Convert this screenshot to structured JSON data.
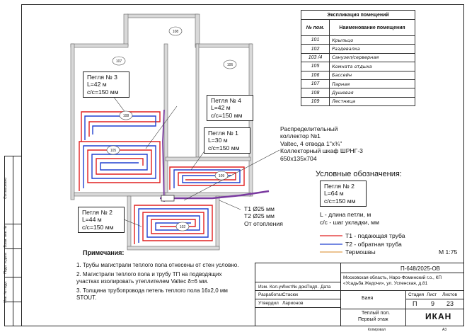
{
  "title": "Экспликация помещений",
  "explication": {
    "col_num": "№ пом.",
    "col_name": "Наименование помещения",
    "rows": [
      {
        "num": "101",
        "name": "Крыльцо"
      },
      {
        "num": "102",
        "name": "Раздевалка"
      },
      {
        "num": "103 /4",
        "name": "Санузел/серверная"
      },
      {
        "num": "105",
        "name": "Комната отдыха"
      },
      {
        "num": "106",
        "name": "Бассейн"
      },
      {
        "num": "107",
        "name": "Парная"
      },
      {
        "num": "108",
        "name": "Душевая"
      },
      {
        "num": "109",
        "name": "Лестница"
      }
    ]
  },
  "rooms": {
    "r108": "108",
    "r107": "107",
    "r106": "106",
    "r105": "105",
    "r109": "109",
    "r108b": "108",
    "r102": "102"
  },
  "loops": {
    "l3": {
      "name": "Петля № 3",
      "len": "L=42 м",
      "step": "с/с=150 мм"
    },
    "l4": {
      "name": "Петля № 4",
      "len": "L=42 м",
      "step": "с/с=150 мм"
    },
    "l1": {
      "name": "Петля № 1",
      "len": "L=30 м",
      "step": "с/с=150 мм"
    },
    "l2": {
      "name": "Петля № 2",
      "len": "L=44 м",
      "step": "с/с=150 мм"
    },
    "l2b": {
      "name": "Петля № 2",
      "len": "L=64 м",
      "step": "с/с=150 мм"
    }
  },
  "manifold": {
    "line1": "Распределительный",
    "line2": "коллектор №1",
    "line3": "Valtec, 4 отвода 1\"х¾\"",
    "line4": "Коллекторный шкаф ШРНГ-3",
    "line5": "650х135х704"
  },
  "supply": {
    "t1": "Т1 Ø25 мм",
    "t2": "Т2 Ø25 мм",
    "from": "От отопления"
  },
  "legend": {
    "title": "Условные обозначения:",
    "l_desc": "L - длина петли, м",
    "cc_desc": "с/с - шаг укладки, мм",
    "t1": "Т1 - подающая труба",
    "t2": "Т2 - обратная труба",
    "tw": "Термошвы",
    "scale": "М 1:75",
    "colors": {
      "supply": "#e02020",
      "return": "#2040d0",
      "seam": "#e0a050",
      "main": "#7a3aa0"
    }
  },
  "notes": {
    "title": "Примечания:",
    "n1": "1.   Трубы магистрали теплого пола отнесены от стен условно.",
    "n2": "2.   Магистрали теплого пола и трубу ТП на подводящих участках изолировать утеплителем Valtec δ=6 мм.",
    "n3": "3.   Толщина трубопровода петель теплого пола 16х2,0 мм STOUT."
  },
  "stamp": {
    "code": "П-648/2025-ОВ",
    "address": "Московская область, Наро-Фоминский г.о., КП «Усадьба Жедочи», ул. Успенская, д.81",
    "object": "Баня",
    "drawing1": "Теплый пол.",
    "drawing2": "Первый этаж",
    "h_izm": "Изм.",
    "h_kol": "Кол.уч",
    "h_list": "Лист",
    "h_doc": "№ док.",
    "h_podp": "Подп.",
    "h_date": "Дата",
    "razrab": "Разработал",
    "razrab_name": "Стасюк",
    "utverd": "Утвердил",
    "utverd_name": "Ларионов",
    "stadia_h": "Стадия",
    "list_h": "Лист",
    "listov_h": "Листов",
    "stadia": "П",
    "list": "9",
    "listov": "23",
    "firm": "ИКАН",
    "copied": "Копировал",
    "format": "А3"
  },
  "sidebar": {
    "a": "Согласовано",
    "b": "Взам. инв. №",
    "c": "Подп. и дата",
    "d": "Инв. № подл."
  }
}
